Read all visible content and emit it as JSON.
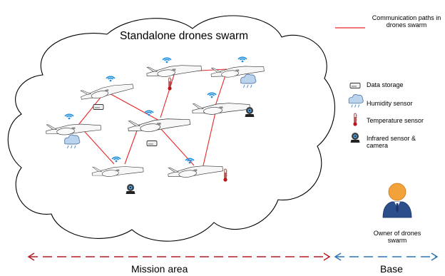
{
  "title": "Standalone drones swarm",
  "legend": {
    "communication": "Communication paths in drones swarm",
    "data_storage": "Data storage",
    "humidity_sensor": "Humidity sensor",
    "temperature_sensor": "Temperature sensor",
    "infrared_sensor": "Infrared sensor & camera"
  },
  "owner_label": "Owner of drones swarm",
  "mission_area_label": "Mission area",
  "base_label": "Base",
  "colors": {
    "comm_link": "#e8262a",
    "mission_arrow": "#b21f24",
    "base_arrow": "#2e75b6",
    "cloud_stroke": "#000000",
    "owner_person": "#f2a23a",
    "owner_shirt": "#2a4f8a"
  }
}
